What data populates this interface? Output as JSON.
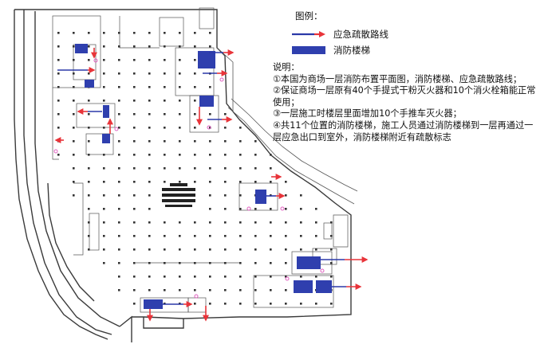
{
  "legend": {
    "title": "图例：",
    "items": [
      {
        "label": "应急疏散路线",
        "symbol": "evacuation-arrow",
        "color_line": "#2b39a8",
        "color_arrow": "#e8343a"
      },
      {
        "label": "消防楼梯",
        "symbol": "fire-stair",
        "color_fill": "#2f3fae"
      }
    ]
  },
  "notes": {
    "title": "说明：",
    "lines": [
      "①本国为商场一层消防布置平面图，消防楼梯、应急疏散路线；",
      "②保证商场一层原有40个手提式干粉灭火器和10个消火栓箱能正常使用；",
      "③一层施工时楼层里面增加10个手推车灭火器；",
      "④共11个位置的消防楼梯，施工人员通过消防楼梯到一层再通过一层应急出口到室外，消防楼梯附近有疏散标志"
    ]
  },
  "plan": {
    "colors": {
      "wall": "#3a3a3a",
      "column": "#333333",
      "stair": "#2f3fae",
      "route": "#2b39a8",
      "arrow": "#e8343a",
      "marker": "#e060c0"
    },
    "stair_count": 11
  }
}
